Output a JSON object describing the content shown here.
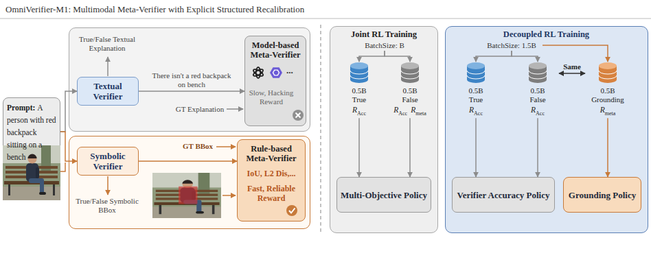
{
  "diagram": {
    "nodes": [
      {
        "text": [
          "Prompt:",
          "A person with red backpack sitting on a bench"
        ]
      },
      {
        "text": [
          "True/False Textual Explanation",
          "GT Explanation"
        ]
      },
      {
        "text": [
          "Textual Verifier"
        ],
        "in": 1
      },
      {
        "text": [
          "Model-based Meta-Verifier",
          "...",
          "Slow, Hacking Reward"
        ],
        "in": 1
      },
      {
        "text": [
          "True/False Symbolic BBox",
          "GT BBox"
        ]
      },
      {
        "text": [
          "Symbolic Verifier"
        ],
        "in": 4
      },
      {
        "text": [
          "Rule-based Meta-Verifier",
          "IoU, L2 Dis,...",
          "Fast, Reliable Reward"
        ],
        "in": 4
      },
      {
        "text": [
          "Joint RL Training"
        ]
      },
      {
        "text": [
          "BatchSize: B"
        ],
        "in": 7
      },
      {
        "text": [
          "0.5B",
          "True",
          "R",
          "Acc"
        ],
        "in": 7
      },
      {
        "text": [
          "0.5B",
          "False",
          "R",
          "Acc",
          "R",
          "meta"
        ],
        "in": 7
      },
      {
        "text": [
          "Multi-Objective Policy"
        ],
        "in": 7
      },
      {
        "text": [
          "Decoupled RL Training"
        ]
      },
      {
        "text": [
          "BatchSize: 1.5B"
        ],
        "in": 12
      },
      {
        "text": [
          "0.5B",
          "True",
          "R",
          "Acc"
        ],
        "in": 12
      },
      {
        "text": [
          "0.5B",
          "False",
          "R",
          "Acc"
        ],
        "in": 12
      },
      {
        "text": [
          "0.5B",
          "Grounding",
          "R",
          "meta"
        ],
        "in": 12
      },
      {
        "text": [
          "Verifier Accuracy Policy"
        ],
        "in": 12
      },
      {
        "text": [
          "Grounding Policy"
        ],
        "in": 12
      }
    ],
    "edges": [
      {
        "from": 0,
        "to": 2,
        "arrow": "to"
      },
      {
        "from": 0,
        "to": 5,
        "arrow": "to"
      },
      {
        "from": 2,
        "to": 3,
        "arrow": "to",
        "label": "There isn't a red backpack on bench"
      },
      {
        "from": 5,
        "to": 6,
        "arrow": "to"
      },
      {
        "from": 8,
        "to": 9,
        "arrow": "to"
      },
      {
        "from": 8,
        "to": 10,
        "arrow": "to"
      },
      {
        "from": 9,
        "to": 11,
        "arrow": "to"
      },
      {
        "from": 10,
        "to": 11,
        "arrow": "to"
      },
      {
        "from": 13,
        "to": 14,
        "arrow": "to"
      },
      {
        "from": 13,
        "to": 15,
        "arrow": "to"
      },
      {
        "from": 13,
        "to": 16,
        "arrow": "to"
      },
      {
        "from": 14,
        "to": 17,
        "arrow": "to"
      },
      {
        "from": 15,
        "to": 17,
        "arrow": "to"
      },
      {
        "from": 16,
        "to": 18,
        "arrow": "to"
      },
      {
        "from": 15,
        "to": 16,
        "arrow": "both",
        "label": "Same"
      }
    ],
    "labels": [
      "OmniVerifier-M1: Multimodal Meta-Verifier with Explicit Structured Recalibration"
    ]
  }
}
